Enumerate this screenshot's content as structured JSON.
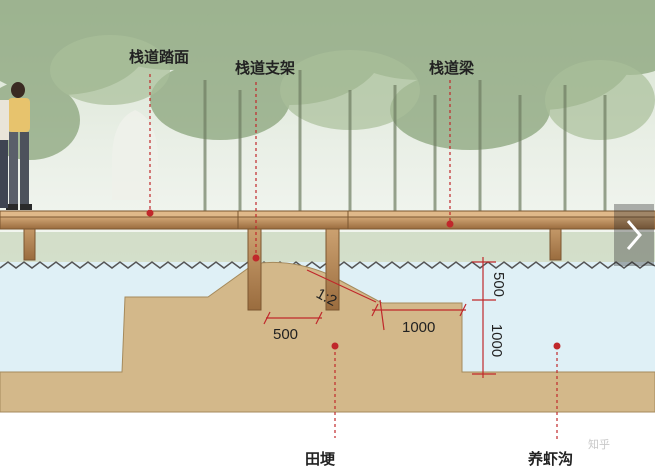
{
  "labels": {
    "deck_surface": "栈道踏面",
    "deck_support": "栈道支架",
    "deck_beam": "栈道梁",
    "field_ridge": "田埂",
    "shrimp_ditch": "养虾沟"
  },
  "dimensions": {
    "slope": "1:2",
    "width_500": "500",
    "width_1000": "1000",
    "height_500": "500",
    "height_1000": "1000"
  },
  "watermark": "知乎",
  "colors": {
    "leader_line": "#c0282b",
    "soil": "#d3b88a",
    "water": "#dff0f6",
    "wood": "#b88a57"
  }
}
